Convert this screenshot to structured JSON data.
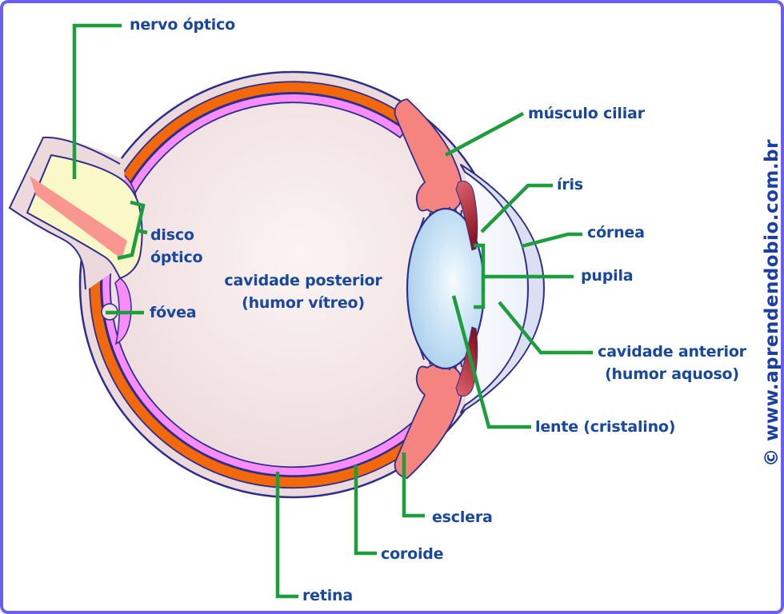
{
  "figure": {
    "type": "anatomical-diagram",
    "subject": "secção transversal do olho humano",
    "language": "pt-BR"
  },
  "labels": {
    "nervo_optico": "nervo óptico",
    "disco_optico_line1": "disco",
    "disco_optico_line2": "óptico",
    "fovea": "fóvea",
    "cavidade_posterior_line1": "cavidade posterior",
    "cavidade_posterior_line2": "(humor vítreo)",
    "musculo_ciliar": "músculo ciliar",
    "iris": "íris",
    "cornea": "córnea",
    "pupila": "pupila",
    "cavidade_anterior_line1": "cavidade anterior",
    "cavidade_anterior_line2": "(humor aquoso)",
    "lente": "lente (cristalino)",
    "esclera": "esclera",
    "coroide": "coroide",
    "retina": "retina"
  },
  "watermark": "© www.aprendendobio.com.br",
  "colors": {
    "frame_border": "#6A5FF0",
    "label_blue": "#17479E",
    "watermark_blue": "#1B3FA6",
    "pointer_green": "#1D9E3C",
    "outline_navy": "#2D2F8A",
    "sclera_fill": "#ECD9DC",
    "choroid_orange": "#F3680B",
    "retina_magenta": "#F98CF9",
    "vitreous_pink": "#F2E2E4",
    "nerve_yellow": "#FAF8C8",
    "artery_salmon": "#F9968F",
    "ciliary_salmon": "#F5837F",
    "iris_dark_red": "#8E1220",
    "lens_blue": "#A9CFEC",
    "cornea_lavender": "#DCDEF2",
    "aqueous_pale": "#F7FAFE"
  }
}
